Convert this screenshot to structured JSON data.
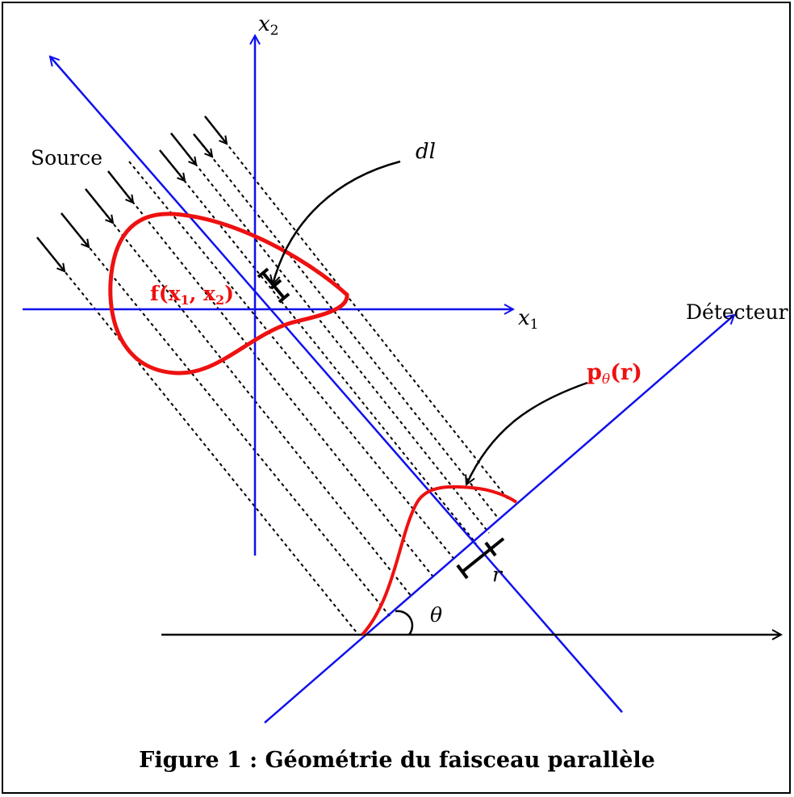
{
  "labels": {
    "x1": "x",
    "x1_sub": "1",
    "x2": "x",
    "x2_sub": "2",
    "source": "Source",
    "dl": "dl",
    "detector": "Détecteur",
    "f_func": "f(x",
    "f_sub1": "1",
    "f_sep": ", x",
    "f_sub2": "2",
    "f_close": ")",
    "p_main": "p",
    "p_sub": "θ",
    "p_arg": "(r)",
    "r": "r",
    "theta": "θ"
  },
  "caption": "Figure 1 : Géométrie du faisceau parallèle",
  "colors": {
    "axes": "#1010ee",
    "curve": "#ee1111",
    "ink": "#000000"
  }
}
